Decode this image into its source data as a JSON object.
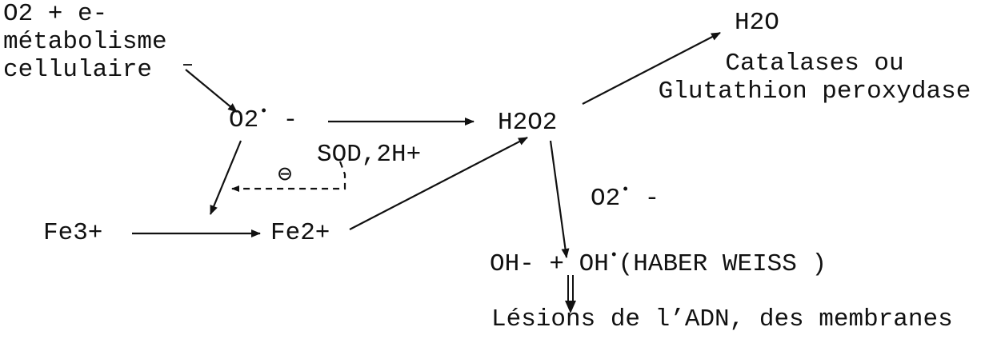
{
  "source": {
    "line1": "O2 + e-",
    "line2": "métabolisme",
    "line3": "cellulaire"
  },
  "superoxide": {
    "formula": "O2",
    "radical": "•",
    "charge": " -"
  },
  "sod_label": "SOD,2H+",
  "inhibition_symbol": "⊖",
  "fe3": "Fe3+",
  "fe2": "Fe2+",
  "h2o2": "H2O2",
  "h2o": "H2O",
  "enzymes": {
    "line1": "Catalases ou",
    "line2": "Glutathion peroxydase"
  },
  "superoxide_2": {
    "formula": "O2",
    "radical": "•",
    "charge": " -"
  },
  "haber_weiss": {
    "part1": "OH- + OH",
    "radical": "•",
    "part2": "(HABER WEISS )"
  },
  "lesions": "Lésions de l’ADN, des membranes"
}
